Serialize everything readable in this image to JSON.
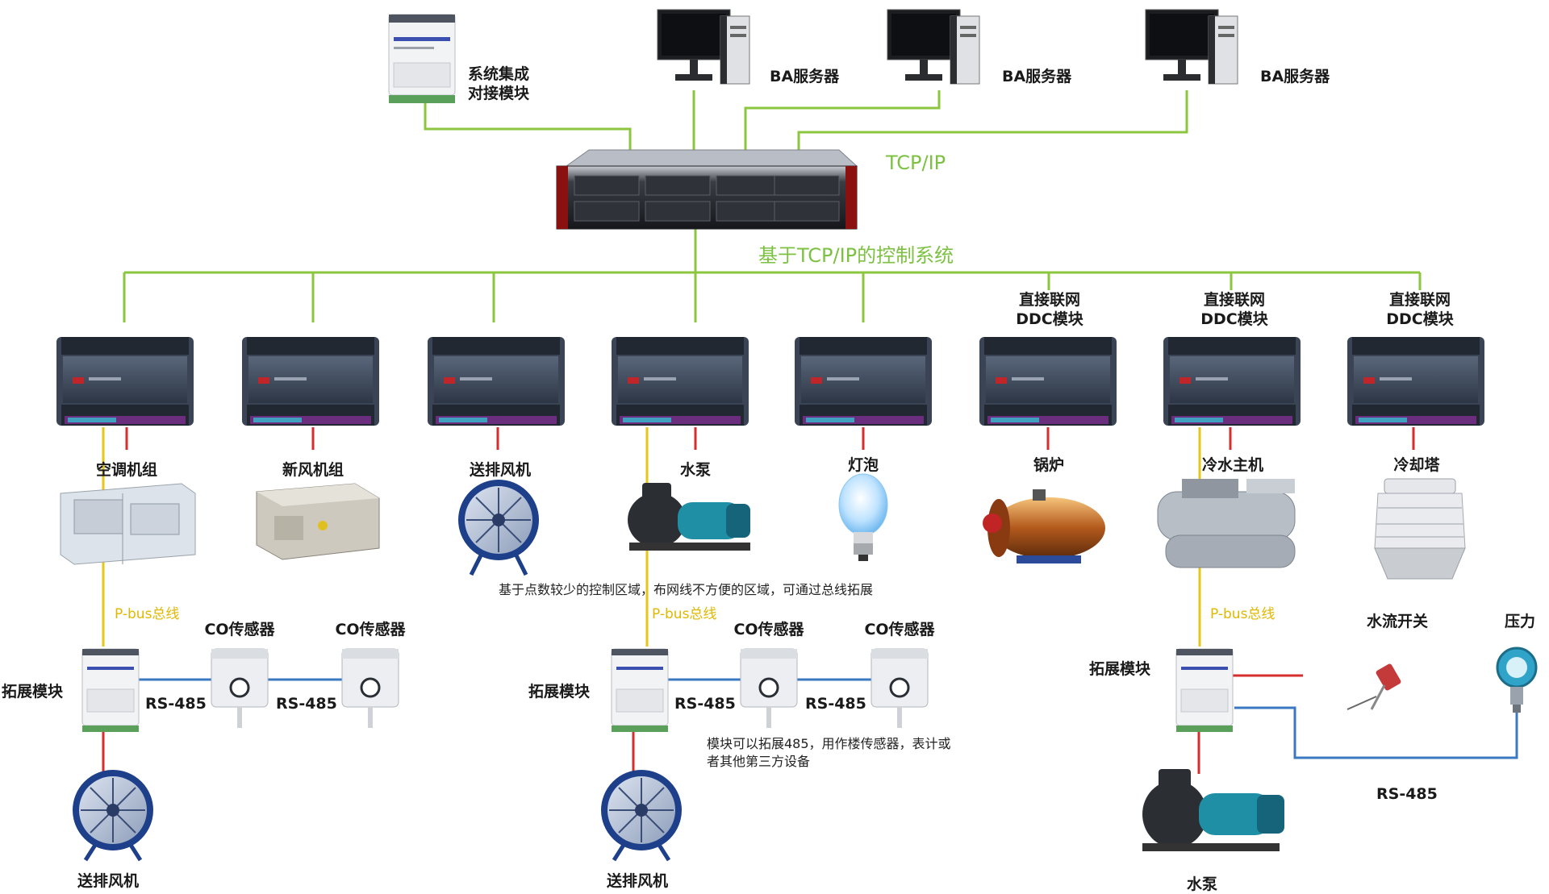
{
  "network": {
    "tcpip": "TCP/IP",
    "control_system": "基于TCP/IP的控制系统",
    "pbus": "P-bus总线",
    "rs485": "RS-485"
  },
  "top": {
    "integration_module": "系统集成\n对接模块",
    "ba_server": "BA服务器"
  },
  "ddc_headers": {
    "direct": "直接联网\nDDC模块"
  },
  "equipment": {
    "ahu": "空调机组",
    "fresh_air": "新风机组",
    "fan": "送排风机",
    "pump": "水泵",
    "lamp": "灯泡",
    "boiler": "锅炉",
    "chiller": "冷水主机",
    "cooling_tower": "冷却塔",
    "flow_switch": "水流开关",
    "pressure": "压力"
  },
  "sensors": {
    "co": "CO传感器"
  },
  "modules": {
    "expansion": "拓展模块"
  },
  "notes": {
    "bus_note": "基于点数较少的控制区域，布网线不方便的区域，可通过总线拓展",
    "rs485_note": "模块可以拓展485，用作楼传感器，表计或\n者其他第三方设备"
  },
  "colors": {
    "ethernet": "#7cc142",
    "pbus": "#e6c619",
    "rs485": "#3a78c2",
    "io": "#d62d2d"
  }
}
